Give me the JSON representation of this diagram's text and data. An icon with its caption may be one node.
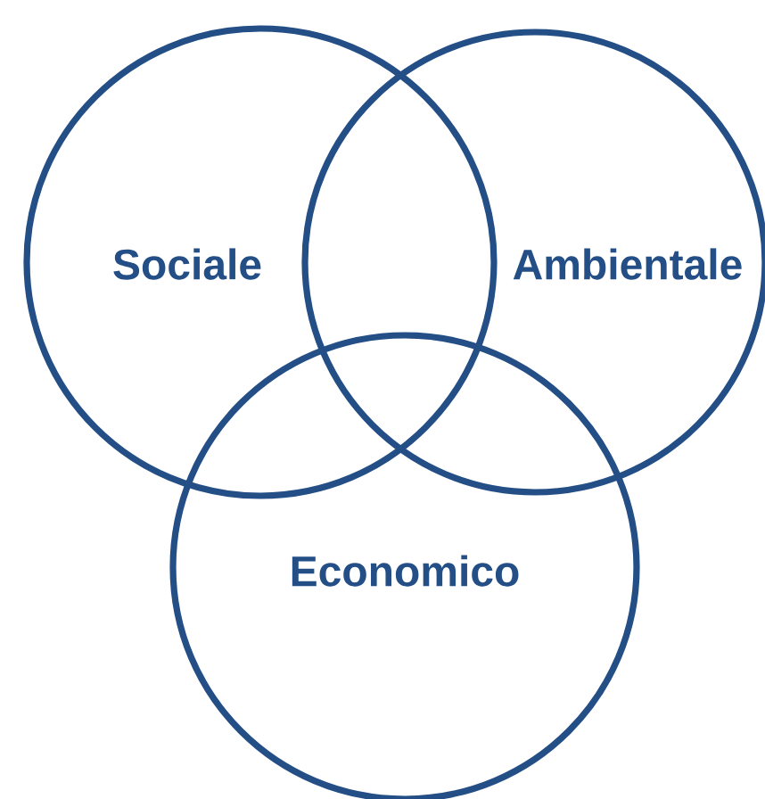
{
  "diagram": {
    "nodes": [
      {
        "text": [
          "Sociale"
        ]
      },
      {
        "text": [
          "Ambientale"
        ]
      },
      {
        "text": [
          "Economico"
        ]
      }
    ]
  }
}
